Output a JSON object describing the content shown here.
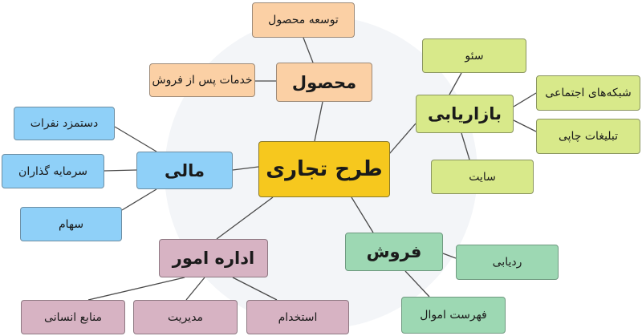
{
  "center": "طرح تجاری",
  "product": {
    "title": "محصول",
    "items": [
      "توسعه محصول",
      "خدمات پس از فروش"
    ]
  },
  "marketing": {
    "title": "بازاریابی",
    "items": [
      "سئو",
      "شبکه‌های اجتماعی",
      "تبلیغات چاپی",
      "سایت"
    ]
  },
  "finance": {
    "title": "مالی",
    "items": [
      "دستمزد نفرات",
      "سرمایه گذاران",
      "سهام"
    ]
  },
  "sales": {
    "title": "فروش",
    "items": [
      "ردیابی",
      "فهرست اموال"
    ]
  },
  "management": {
    "title": "اداره امور",
    "items": [
      "استخدام",
      "مدیریت",
      "منابع انسانی"
    ]
  },
  "colors": {
    "center": "#f6c81e",
    "product": "#fbd0a5",
    "marketing": "#d8e98a",
    "finance": "#8fd0f8",
    "sales": "#9dd8b3",
    "management": "#d7b3c3",
    "link": "#4a4a4a"
  }
}
